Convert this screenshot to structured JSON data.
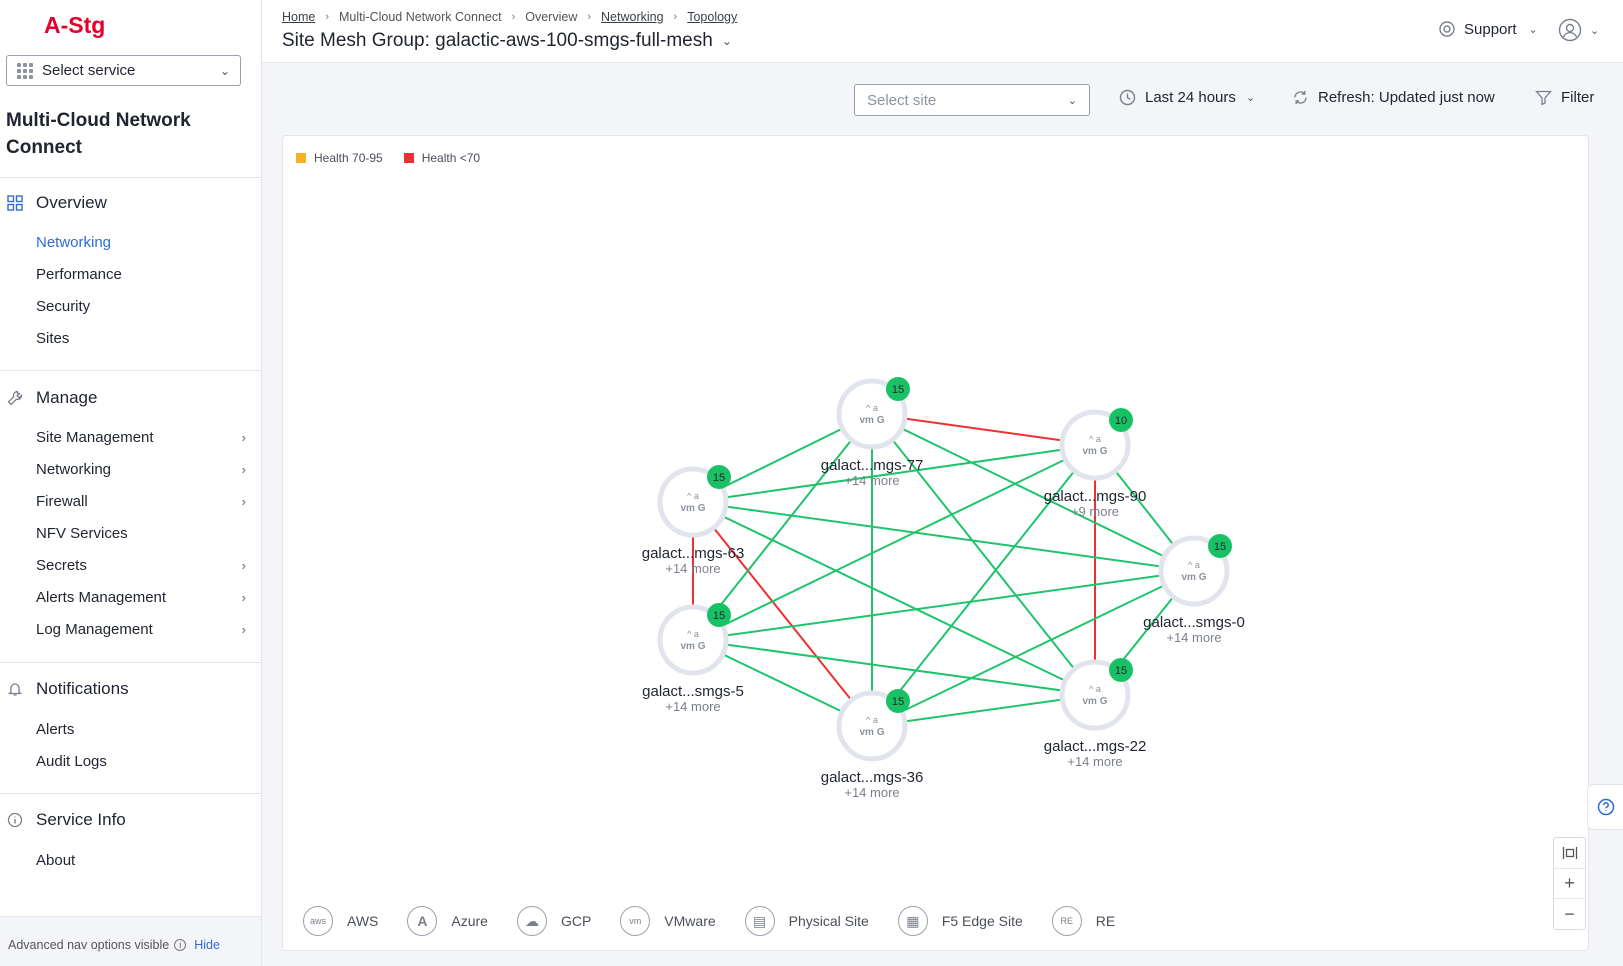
{
  "sidebar": {
    "logo": "A-Stg",
    "service_select": "Select service",
    "app_name": "Multi-Cloud Network Connect",
    "sections": {
      "overview": {
        "label": "Overview",
        "items": [
          "Networking",
          "Performance",
          "Security",
          "Sites"
        ]
      },
      "manage": {
        "label": "Manage",
        "items": [
          "Site Management",
          "Networking",
          "Firewall",
          "NFV Services",
          "Secrets",
          "Alerts Management",
          "Log Management"
        ]
      },
      "notifications": {
        "label": "Notifications",
        "items": [
          "Alerts",
          "Audit Logs"
        ]
      },
      "service_info": {
        "label": "Service Info",
        "items": [
          "About"
        ]
      }
    },
    "advanced_nav_text": "Advanced nav options visible",
    "hide_label": "Hide"
  },
  "header": {
    "breadcrumb": [
      "Home",
      "Multi-Cloud Network Connect",
      "Overview",
      "Networking",
      "Topology"
    ],
    "title": "Site Mesh Group: galactic-aws-100-smgs-full-mesh",
    "support_label": "Support"
  },
  "toolbar": {
    "site_placeholder": "Select site",
    "time_range": "Last 24 hours",
    "refresh_label": "Refresh: Updated just now",
    "filter_label": "Filter"
  },
  "legend": [
    {
      "label": "Health 70-95",
      "color": "#f5b223"
    },
    {
      "label": "Health <70",
      "color": "#ee3030"
    }
  ],
  "colors": {
    "healthy_link": "#1ec46a",
    "unhealthy_link": "#ee3030",
    "badge": "#18c264",
    "accent": "#2f6bd9",
    "brand": "#e4002b"
  },
  "topology": {
    "nodes": [
      {
        "id": "n77",
        "label": "galact...mgs-77",
        "more": "+14 more",
        "badge": "15"
      },
      {
        "id": "n90",
        "label": "galact...mgs-90",
        "more": "+9 more",
        "badge": "10"
      },
      {
        "id": "n63",
        "label": "galact...mgs-63",
        "more": "+14 more",
        "badge": "15"
      },
      {
        "id": "n0",
        "label": "galact...smgs-0",
        "more": "+14 more",
        "badge": "15"
      },
      {
        "id": "n5",
        "label": "galact...smgs-5",
        "more": "+14 more",
        "badge": "15"
      },
      {
        "id": "n22",
        "label": "galact...mgs-22",
        "more": "+14 more",
        "badge": "15"
      },
      {
        "id": "n36",
        "label": "galact...mgs-36",
        "more": "+14 more",
        "badge": "15"
      }
    ],
    "links": [
      {
        "a": "n77",
        "b": "n90",
        "health": "bad"
      },
      {
        "a": "n63",
        "b": "n5",
        "health": "bad"
      },
      {
        "a": "n63",
        "b": "n36",
        "health": "bad"
      },
      {
        "a": "n90",
        "b": "n22",
        "health": "bad"
      },
      {
        "a": "n77",
        "b": "n63",
        "health": "good"
      },
      {
        "a": "n77",
        "b": "n0",
        "health": "good"
      },
      {
        "a": "n77",
        "b": "n5",
        "health": "good"
      },
      {
        "a": "n77",
        "b": "n22",
        "health": "good"
      },
      {
        "a": "n77",
        "b": "n36",
        "health": "good"
      },
      {
        "a": "n90",
        "b": "n63",
        "health": "good"
      },
      {
        "a": "n90",
        "b": "n0",
        "health": "good"
      },
      {
        "a": "n90",
        "b": "n5",
        "health": "good"
      },
      {
        "a": "n90",
        "b": "n36",
        "health": "good"
      },
      {
        "a": "n63",
        "b": "n0",
        "health": "good"
      },
      {
        "a": "n63",
        "b": "n22",
        "health": "good"
      },
      {
        "a": "n0",
        "b": "n5",
        "health": "good"
      },
      {
        "a": "n0",
        "b": "n22",
        "health": "good"
      },
      {
        "a": "n0",
        "b": "n36",
        "health": "good"
      },
      {
        "a": "n5",
        "b": "n22",
        "health": "good"
      },
      {
        "a": "n5",
        "b": "n36",
        "health": "good"
      },
      {
        "a": "n22",
        "b": "n36",
        "health": "good"
      }
    ]
  },
  "site_types": [
    {
      "label": "AWS",
      "icon": "aws-icon",
      "glyph": "aws"
    },
    {
      "label": "Azure",
      "icon": "azure-icon",
      "glyph": "A"
    },
    {
      "label": "GCP",
      "icon": "gcp-icon",
      "glyph": "☁"
    },
    {
      "label": "VMware",
      "icon": "vmware-icon",
      "glyph": "vm"
    },
    {
      "label": "Physical Site",
      "icon": "server-icon",
      "glyph": "▤"
    },
    {
      "label": "F5 Edge Site",
      "icon": "edge-site-icon",
      "glyph": "▦"
    },
    {
      "label": "RE",
      "icon": "re-icon",
      "glyph": "RE"
    }
  ]
}
